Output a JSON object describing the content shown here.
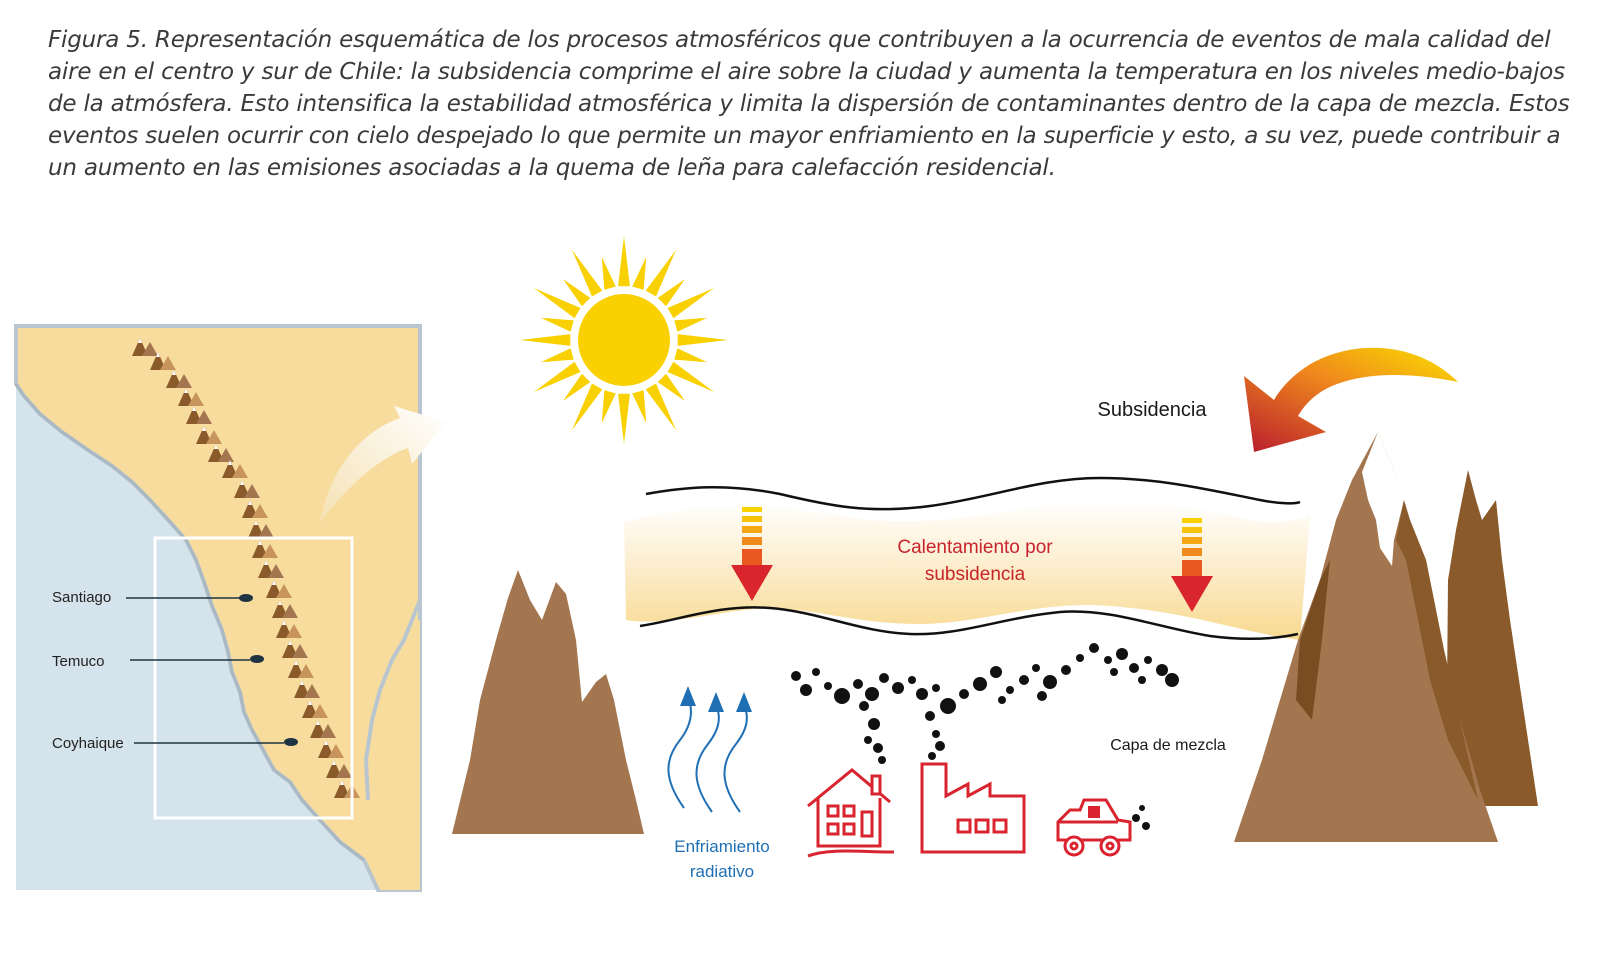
{
  "caption": {
    "label": "Figura 5.",
    "text": " Representación esquemática de los procesos atmosféricos que contribuyen a la ocurrencia de eventos de mala calidad del aire en el centro y sur de Chile: la subsidencia comprime el aire sobre la ciudad y aumenta la temperatura en los niveles medio-bajos de la atmósfera. Esto intensifica la estabilidad atmosférica y limita la dispersión de contaminantes  dentro de la capa de mezcla. Estos eventos suelen ocurrir con cielo despejado lo que permite un mayor enfriamiento en la superficie y esto, a su vez, puede contribuir a un aumento en las emisiones asociadas a la quema de leña para calefacción residencial."
  },
  "map": {
    "cities": [
      "Santiago",
      "Temuco",
      "Coyhaique"
    ]
  },
  "diagram": {
    "subsidence_label": "Subsidencia",
    "warming_label_line1": "Calentamiento por",
    "warming_label_line2": "subsidencia",
    "mixing_layer_label": "Capa de mezcla",
    "cooling_label_line1": "Enfriamiento",
    "cooling_label_line2": "radiativo"
  },
  "colors": {
    "ocean": "#d5e3ec",
    "land": "#f7dc9e",
    "mountain_brown": "#a37650",
    "mountain_dark": "#8a5a2b",
    "sun_yellow": "#f9d100",
    "warm_red": "#c8102e",
    "cool_blue": "#1f6fb5",
    "emission_red": "#d9232e"
  },
  "icons": [
    "sun-icon",
    "house-icon",
    "factory-icon",
    "car-icon",
    "subsidence-arrow-icon",
    "cooling-arrow-icon"
  ]
}
